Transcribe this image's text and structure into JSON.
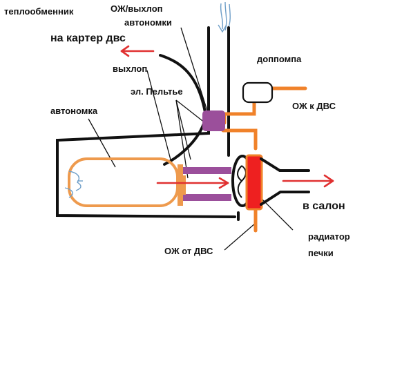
{
  "labels": {
    "heat_exchanger": "теплообменник",
    "coolant_exhaust_line1": "ОЖ/выхлоп",
    "coolant_exhaust_line2": "автономки",
    "to_crankcase": "на картер двс",
    "exhaust": "выхлоп",
    "extra_pump": "доппомпа",
    "peltier": "эл. Пельтье",
    "coolant_to_engine": "ОЖ к ДВС",
    "autonomous_heater": "автономка",
    "to_cabin": "в салон",
    "heater_radiator_line1": "радиатор",
    "heater_radiator_line2": "печки",
    "coolant_from_engine": "ОЖ от ДВС"
  },
  "colors": {
    "outline": "#111111",
    "heater_body": "#ee9a4d",
    "pipe": "#f0822a",
    "peltier": "#9b4f9b",
    "radiator": "#ee2020",
    "arrow": "#e03030",
    "air_flow": "#6f9fc8"
  }
}
